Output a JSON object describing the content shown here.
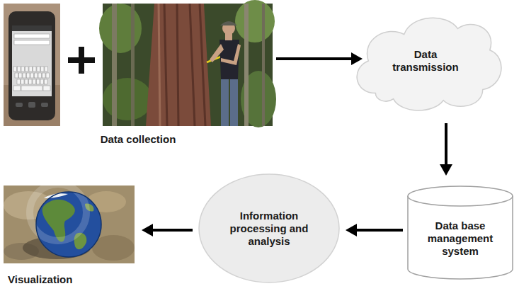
{
  "diagram": {
    "nodes": [
      {
        "text": [
          "Data collection"
        ]
      },
      {
        "text": [
          "Data transmission"
        ]
      },
      {
        "text": [
          "Data base management system"
        ]
      },
      {
        "text": [
          "Information processing and analysis"
        ]
      },
      {
        "text": [
          "Visualization"
        ]
      }
    ],
    "edges": [
      {
        "from": 0,
        "to": 1,
        "arrow": "to"
      },
      {
        "from": 1,
        "to": 2,
        "arrow": "to"
      },
      {
        "from": 2,
        "to": 3,
        "arrow": "to"
      },
      {
        "from": 3,
        "to": 4,
        "arrow": "to"
      }
    ]
  }
}
